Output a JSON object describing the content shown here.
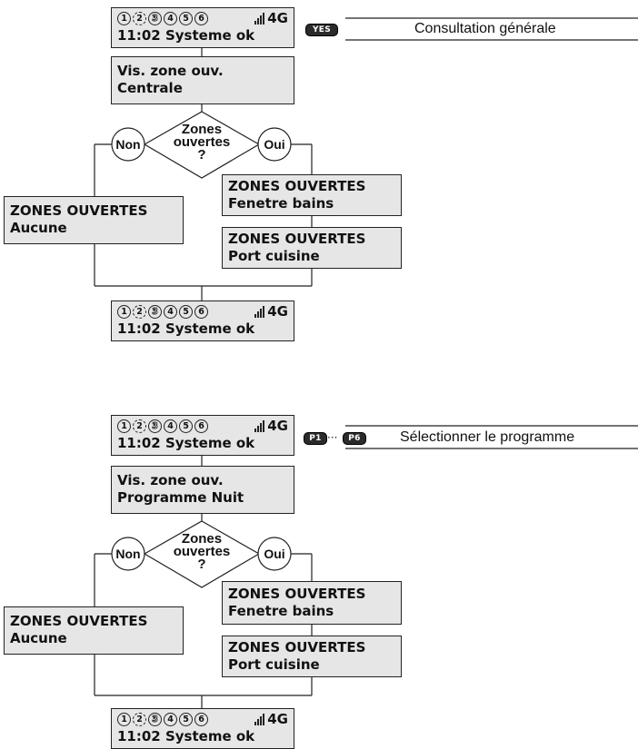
{
  "sections": [
    {
      "status_top": {
        "zones": [
          "1",
          "2",
          "3",
          "4",
          "5",
          "6"
        ],
        "network": "4G",
        "line2": "11:02  Systeme ok"
      },
      "key": {
        "label": "YES"
      },
      "caption": "Consultation générale",
      "step_box": {
        "line1": "Vis. zone ouv.",
        "line2": "Centrale"
      },
      "decision": {
        "line1": "Zones",
        "line2": "ouvertes",
        "line3": "?",
        "no": "Non",
        "yes": "Oui"
      },
      "no_box": {
        "line1": "ZONES OUVERTES",
        "line2": "Aucune"
      },
      "yes_box1": {
        "line1": "ZONES OUVERTES",
        "line2": "Fenetre bains"
      },
      "yes_box2": {
        "line1": "ZONES OUVERTES",
        "line2": "Port cuisine"
      },
      "status_bottom": {
        "zones": [
          "1",
          "2",
          "3",
          "4",
          "5",
          "6"
        ],
        "network": "4G",
        "line2": "11:02  Systeme ok"
      }
    },
    {
      "status_top": {
        "zones": [
          "1",
          "2",
          "3",
          "4",
          "5",
          "6"
        ],
        "network": "4G",
        "line2": "11:02  Systeme ok"
      },
      "key": {
        "label_start": "P1",
        "ellipsis": "···",
        "label_end": "P6"
      },
      "caption": "Sélectionner le programme",
      "step_box": {
        "line1": "Vis. zone ouv.",
        "line2": "Programme Nuit"
      },
      "decision": {
        "line1": "Zones",
        "line2": "ouvertes",
        "line3": "?",
        "no": "Non",
        "yes": "Oui"
      },
      "no_box": {
        "line1": "ZONES OUVERTES",
        "line2": "Aucune"
      },
      "yes_box1": {
        "line1": "ZONES OUVERTES",
        "line2": "Fenetre bains"
      },
      "yes_box2": {
        "line1": "ZONES OUVERTES",
        "line2": "Port cuisine"
      },
      "status_bottom": {
        "zones": [
          "1",
          "2",
          "3",
          "4",
          "5",
          "6"
        ],
        "network": "4G",
        "line2": "11:02  Systeme ok"
      }
    }
  ]
}
